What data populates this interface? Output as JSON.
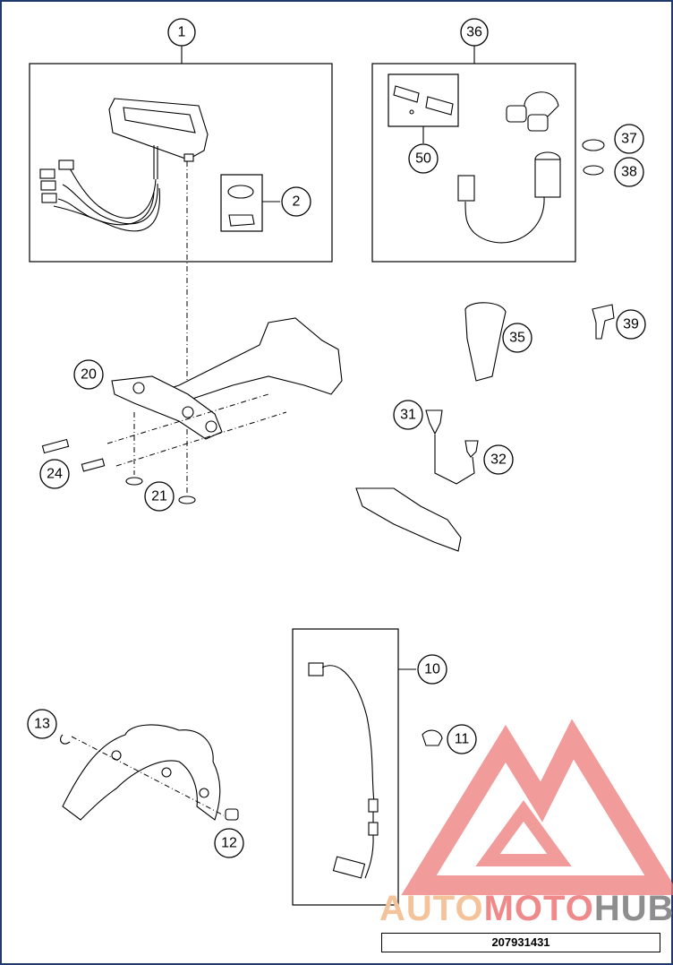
{
  "callouts": {
    "c1": "1",
    "c2": "2",
    "c10": "10",
    "c11": "11",
    "c12": "12",
    "c13": "13",
    "c20": "20",
    "c21": "21",
    "c24": "24",
    "c31": "31",
    "c32": "32",
    "c35": "35",
    "c36": "36",
    "c37": "37",
    "c38": "38",
    "c39": "39",
    "c50": "50"
  },
  "document_id": "207931431",
  "watermark": {
    "auto": "AUTO",
    "moto": "MOTO",
    "hub": "HUB"
  },
  "colors": {
    "frame": "#1f3a6b",
    "watermark_red": "#f08a8a",
    "watermark_orange": "#f4c39a",
    "watermark_gray": "#8e8e8e"
  }
}
